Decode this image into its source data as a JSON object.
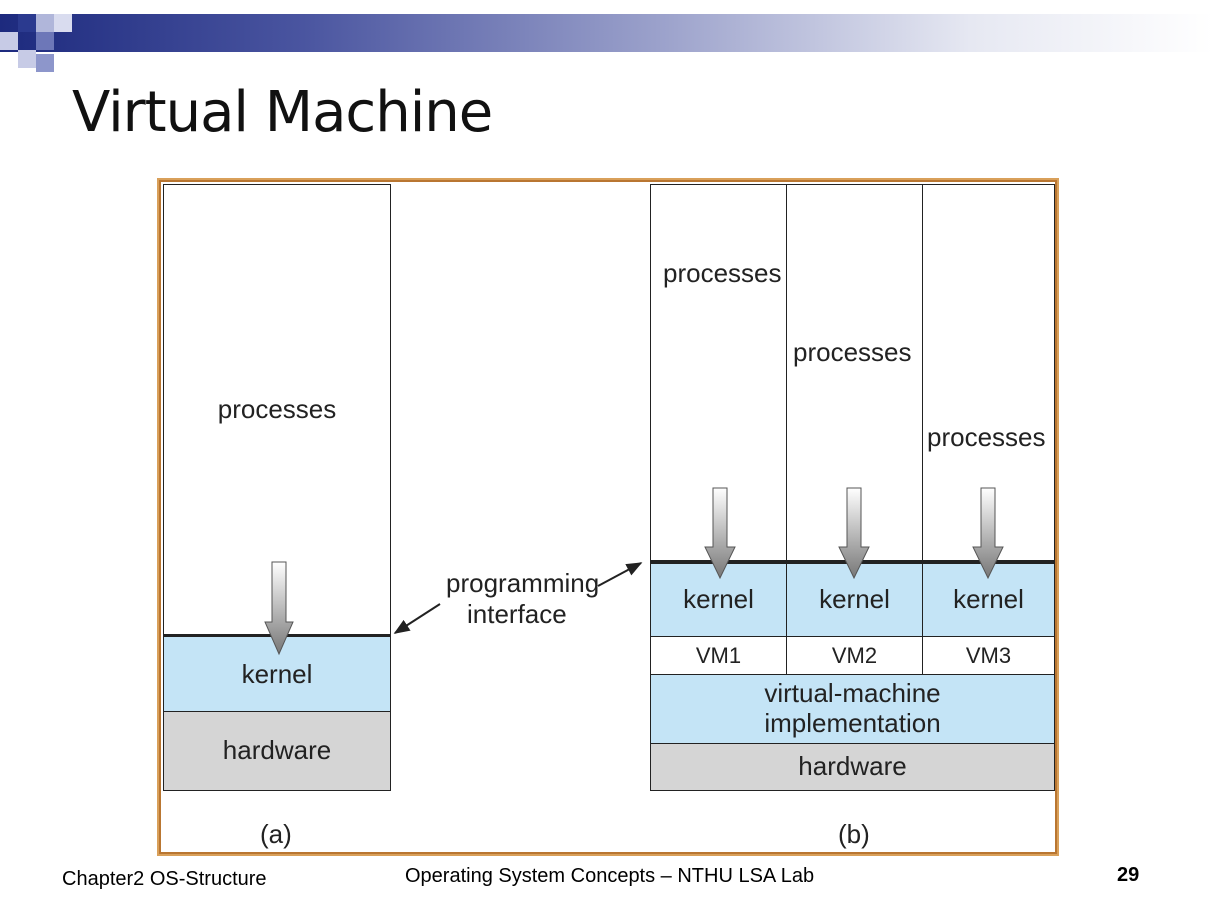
{
  "slide": {
    "title": "Virtual Machine",
    "page_number": "29"
  },
  "footer": {
    "left": "Chapter2 OS-Structure",
    "center": "Operating System Concepts – NTHU LSA Lab"
  },
  "diagram": {
    "part_a": {
      "caption": "(a)",
      "processes": "processes",
      "kernel": "kernel",
      "hardware": "hardware"
    },
    "interface_label_line1": "programming",
    "interface_label_line2": "interface",
    "part_b": {
      "caption": "(b)",
      "columns": [
        {
          "processes": "processes",
          "kernel": "kernel",
          "vm": "VM1"
        },
        {
          "processes": "processes",
          "kernel": "kernel",
          "vm": "VM2"
        },
        {
          "processes": "processes",
          "kernel": "kernel",
          "vm": "VM3"
        }
      ],
      "vm_impl_line1": "virtual-machine",
      "vm_impl_line2": "implementation",
      "hardware": "hardware"
    }
  },
  "colors": {
    "kernel": "#c4e4f6",
    "hardware": "#d5d5d5",
    "header_accent": "#1d2a7e",
    "frame": "#d9a05a"
  }
}
